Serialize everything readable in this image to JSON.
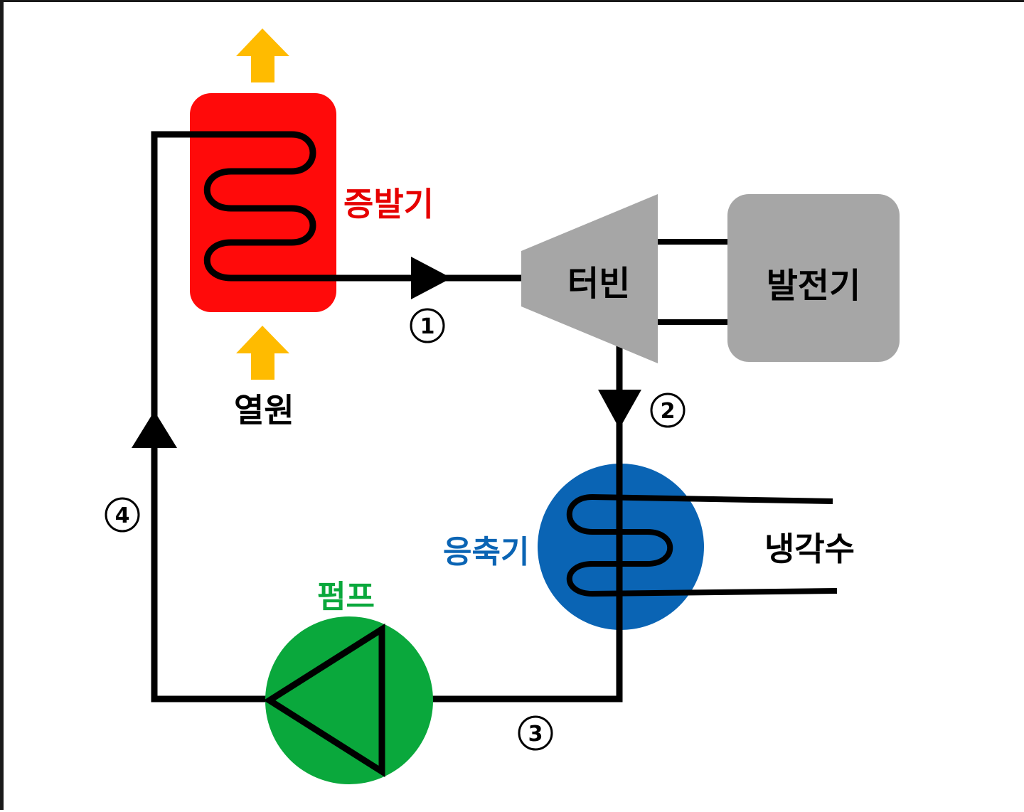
{
  "diagram": {
    "components": {
      "evaporator": "증발기",
      "heat_source": "열원",
      "turbine": "터빈",
      "generator": "발전기",
      "condenser": "응축기",
      "cooling_water": "냉각수",
      "pump": "펌프"
    },
    "state_points": [
      "1",
      "2",
      "3",
      "4"
    ],
    "colors": {
      "evaporator": "#ff0a0a",
      "heat_arrow": "#ffbb00",
      "machine_gray": "#a6a6a6",
      "condenser": "#0a64b4",
      "pump": "#0aa83c",
      "line": "#000000"
    }
  }
}
